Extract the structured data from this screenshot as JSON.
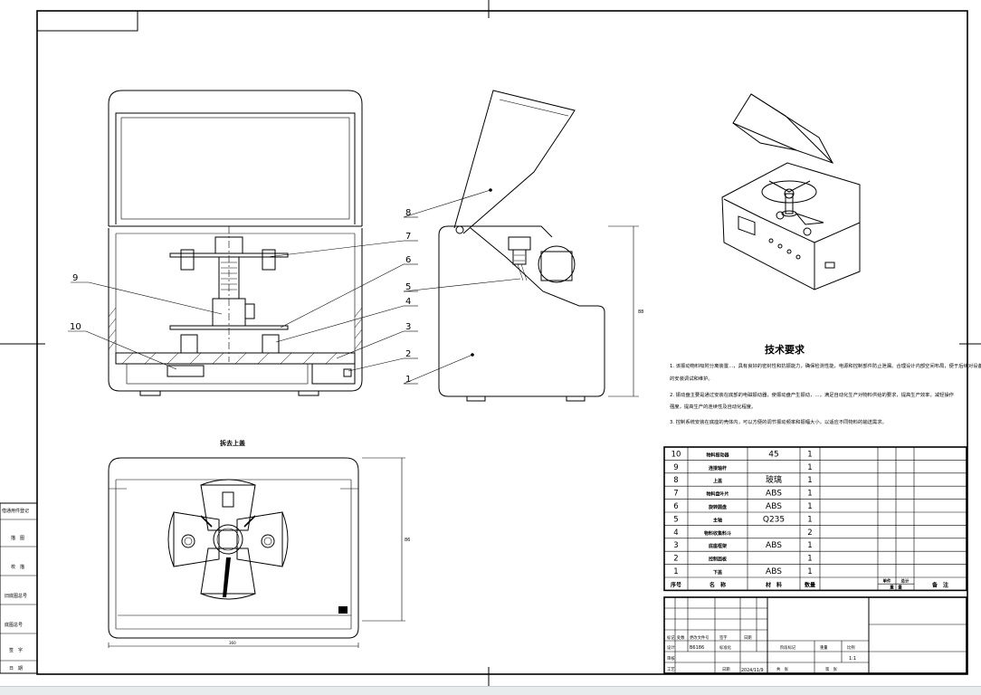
{
  "tech": {
    "title": "技术要求",
    "req1a": "1. 该振动物料吸附分离装置…，具有良好的密封性和抗振能力，确保检测性能，电源和控制部件防止泄漏。合理设计内部空间布局，便于后续对设备",
    "req1b": "   的安装调试和维护。",
    "req2a": "2. 振动盘主要是通过安装在底部的电磁振动器，使振动盘产生振动，…，满足自动化生产对物料供给的要求，提高生产效率，减轻操作",
    "req2b": "   强度，提高生产的连续性及自动化程度。",
    "req3": "3. 控制系统安装在底座的壳体内，可以方便的调节振动频率和振幅大小，以适应不同物料的输送需求。"
  },
  "view_label": "拆去上盖",
  "callouts": [
    "1",
    "2",
    "3",
    "4",
    "5",
    "6",
    "7",
    "8",
    "9",
    "10"
  ],
  "bom": {
    "rows": [
      {
        "no": "10",
        "name": "物料振动器",
        "mat": "45",
        "qty": "1"
      },
      {
        "no": "9",
        "name": "连接轴杆",
        "mat": "",
        "qty": "1"
      },
      {
        "no": "8",
        "name": "上盖",
        "mat": "玻璃",
        "qty": "1"
      },
      {
        "no": "7",
        "name": "物料盘叶片",
        "mat": "ABS",
        "qty": "1"
      },
      {
        "no": "6",
        "name": "旋转圆盘",
        "mat": "ABS",
        "qty": "1"
      },
      {
        "no": "5",
        "name": "主轴",
        "mat": "Q235",
        "qty": "1"
      },
      {
        "no": "4",
        "name": "物料收集料斗",
        "mat": "",
        "qty": "2"
      },
      {
        "no": "3",
        "name": "底座框架",
        "mat": "ABS",
        "qty": "1"
      },
      {
        "no": "2",
        "name": "控制面板",
        "mat": "",
        "qty": "1"
      },
      {
        "no": "1",
        "name": "下盖",
        "mat": "ABS",
        "qty": "1"
      }
    ],
    "header": {
      "no": "序号",
      "name": "名　称",
      "mat": "材　料",
      "qty": "数量",
      "unit_w": "单件",
      "total_w": "总计",
      "weight": "重　量",
      "remark": "备　注"
    }
  },
  "title_block": {
    "r1": [
      "标记",
      "处数",
      "更改文件号",
      "签字",
      "日期"
    ],
    "design": "设计",
    "design_id": "B6186",
    "std": "标准化",
    "check": "审核",
    "process": "工艺",
    "date_label": "日期",
    "date": "2024/11/9",
    "stage": "阶段标记",
    "weight": "重量",
    "scale": "比例",
    "scale_val": "1:1",
    "sheets": "共　张",
    "sheet": "第　张"
  },
  "side_block": [
    "借通用件登记",
    "旧底图总号",
    "底图总号",
    "签　字",
    "日　期"
  ],
  "side_extra": [
    "描　图",
    "校　描"
  ],
  "dim_labels": {
    "h_right": "88",
    "h_bottom": "86",
    "w_bottom": "360"
  }
}
